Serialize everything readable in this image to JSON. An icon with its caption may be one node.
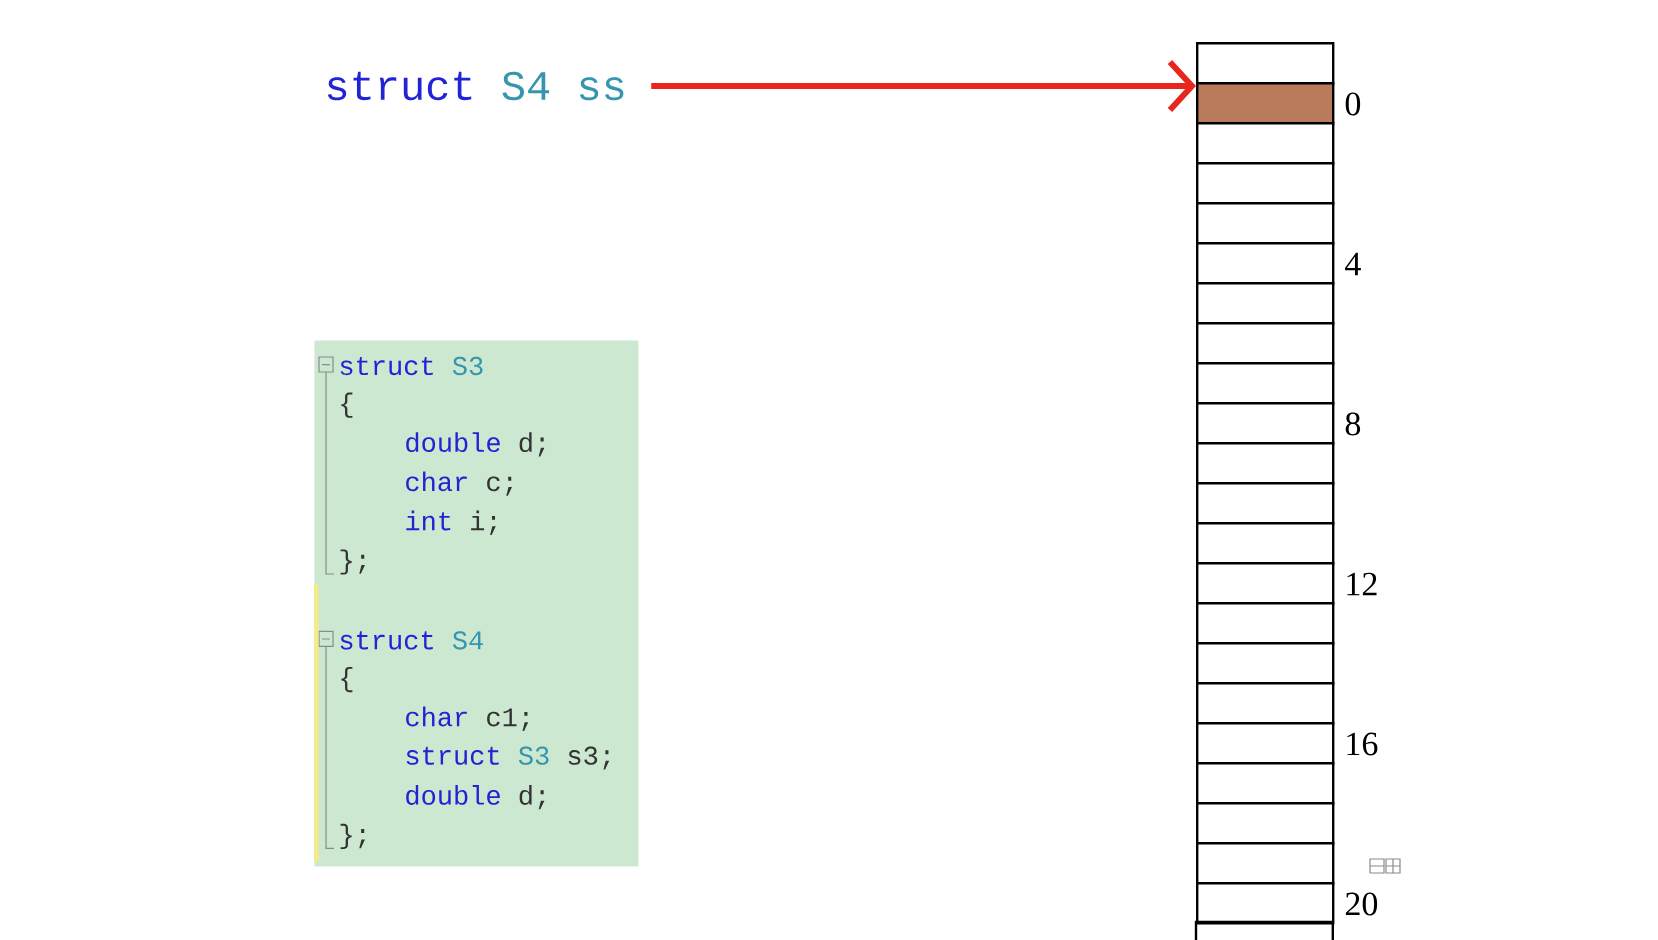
{
  "diagram": {
    "nodes": [
      {
        "text": [
          "struct S4 ss"
        ]
      },
      {
        "text": [],
        "shape": "box"
      },
      {
        "text": [],
        "shape": "box",
        "beside": [
          "0"
        ]
      },
      {
        "text": [],
        "shape": "box"
      },
      {
        "text": [],
        "shape": "box"
      },
      {
        "text": [],
        "shape": "box"
      },
      {
        "text": [],
        "shape": "box",
        "beside": [
          "4"
        ]
      },
      {
        "text": [],
        "shape": "box"
      },
      {
        "text": [],
        "shape": "box"
      },
      {
        "text": [],
        "shape": "box"
      },
      {
        "text": [],
        "shape": "box",
        "beside": [
          "8"
        ]
      },
      {
        "text": [],
        "shape": "box"
      },
      {
        "text": [],
        "shape": "box"
      },
      {
        "text": [],
        "shape": "box"
      },
      {
        "text": [],
        "shape": "box",
        "beside": [
          "12"
        ]
      },
      {
        "text": [],
        "shape": "box"
      },
      {
        "text": [],
        "shape": "box"
      },
      {
        "text": [],
        "shape": "box"
      },
      {
        "text": [],
        "shape": "box",
        "beside": [
          "16"
        ]
      },
      {
        "text": [],
        "shape": "box"
      },
      {
        "text": [],
        "shape": "box"
      },
      {
        "text": [],
        "shape": "box"
      },
      {
        "text": [],
        "shape": "box",
        "beside": [
          "20"
        ]
      },
      {
        "text": [],
        "shape": "box"
      },
      {
        "text": [
          "struct S3",
          "{",
          "double d;",
          "char c;",
          "int i;",
          "};",
          "struct S4",
          "{",
          "char c1;",
          "struct S3 s3;",
          "double d;",
          "};"
        ]
      }
    ],
    "edges": [
      {
        "from": 0,
        "to": 2,
        "arrow": "to",
        "color": "#e8261e"
      }
    ]
  }
}
